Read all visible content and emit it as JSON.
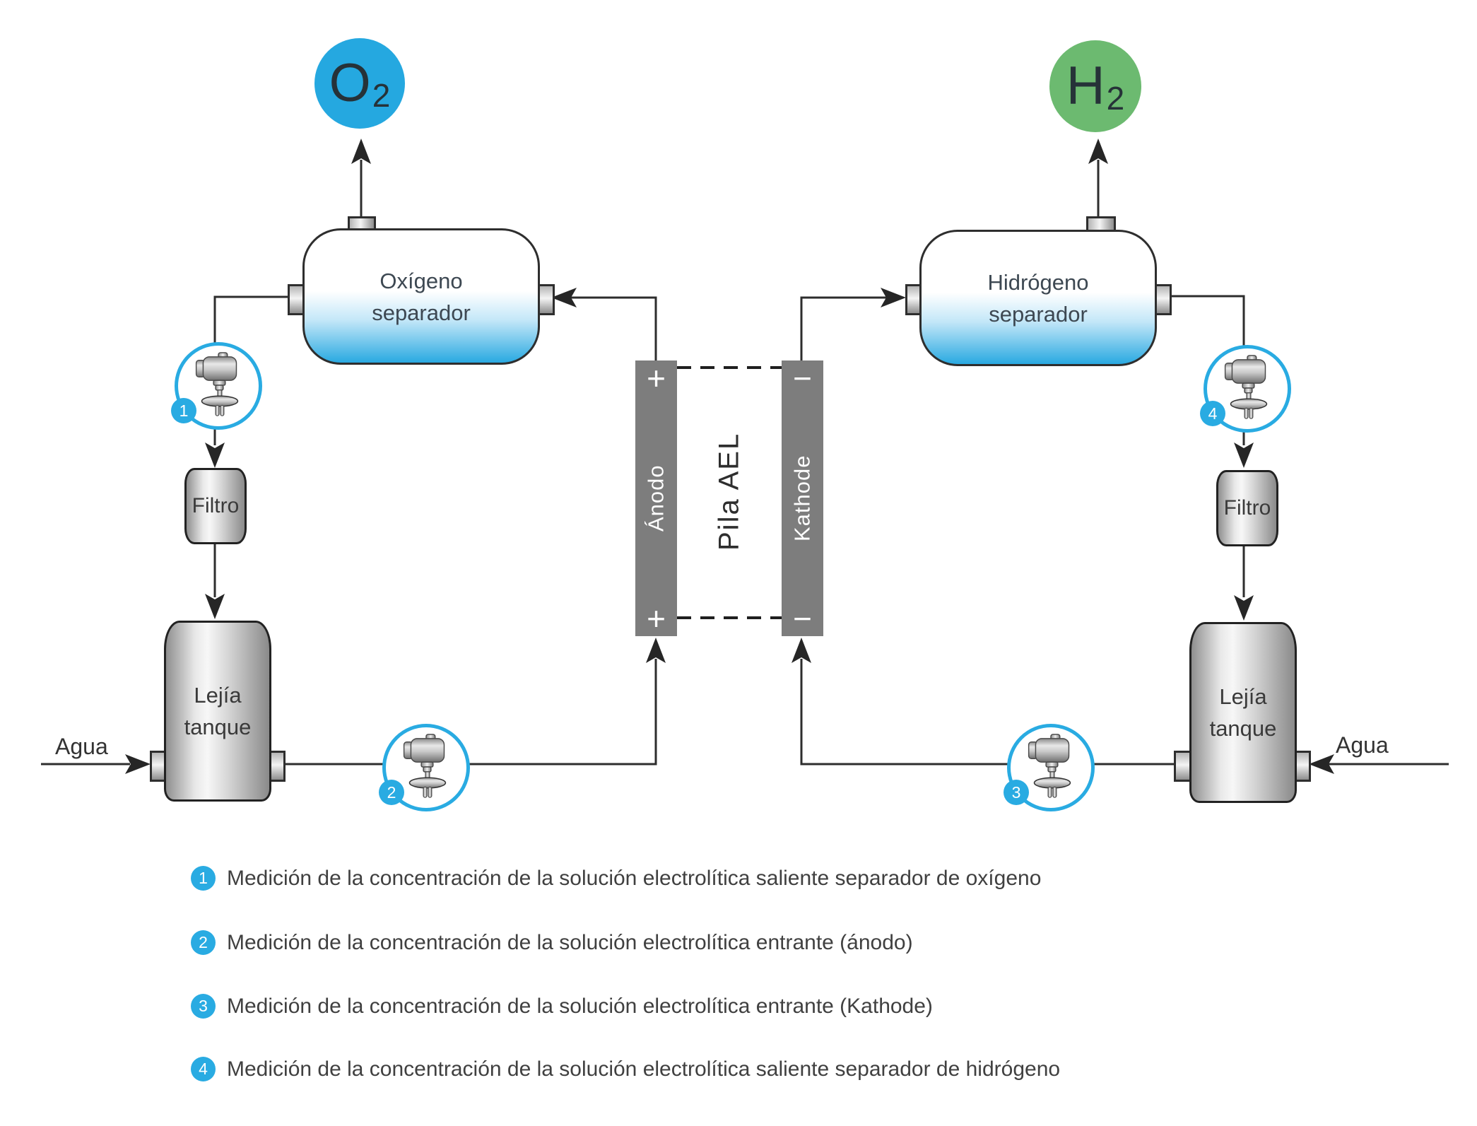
{
  "colors": {
    "oxygen_circle": "#25a8e0",
    "hydrogen_circle": "#6cba70",
    "sensor_accent": "#29abe2",
    "electrode_gray": "#7d7d7d",
    "line": "#2d2d2d",
    "liquid_blue": "#29a9e1"
  },
  "nodes": {
    "o2_badge": {
      "symbol": "O",
      "subscript": "2"
    },
    "h2_badge": {
      "symbol": "H",
      "subscript": "2"
    },
    "oxygen_separator": {
      "line1": "Oxígeno",
      "line2": "separador"
    },
    "hydrogen_separator": {
      "line1": "Hidrógeno",
      "line2": "separador"
    },
    "filter_left": {
      "label": "Filtro"
    },
    "filter_right": {
      "label": "Filtro"
    },
    "lye_tank_left": {
      "line1": "Lejía",
      "line2": "tanque"
    },
    "lye_tank_right": {
      "line1": "Lejía",
      "line2": "tanque"
    },
    "anode": {
      "label": "Ánodo",
      "polarity_top": "+",
      "polarity_bottom": "+"
    },
    "cathode": {
      "label": "Kathode",
      "polarity_top": "−",
      "polarity_bottom": "−"
    },
    "stack": {
      "label": "Pila AEL"
    },
    "water_left": {
      "label": "Agua"
    },
    "water_right": {
      "label": "Agua"
    }
  },
  "sensors": [
    {
      "number": "1"
    },
    {
      "number": "2"
    },
    {
      "number": "3"
    },
    {
      "number": "4"
    }
  ],
  "legend": {
    "items": [
      {
        "number": "1",
        "text": "Medición de la concentración de la solución electrolítica saliente separador de oxígeno"
      },
      {
        "number": "2",
        "text": "Medición de la concentración de la solución electrolítica entrante (ánodo)"
      },
      {
        "number": "3",
        "text": "Medición de la concentración de la solución electrolítica entrante (Kathode)"
      },
      {
        "number": "4",
        "text": "Medición de la concentración de la solución electrolítica saliente separador de hidrógeno"
      }
    ]
  }
}
